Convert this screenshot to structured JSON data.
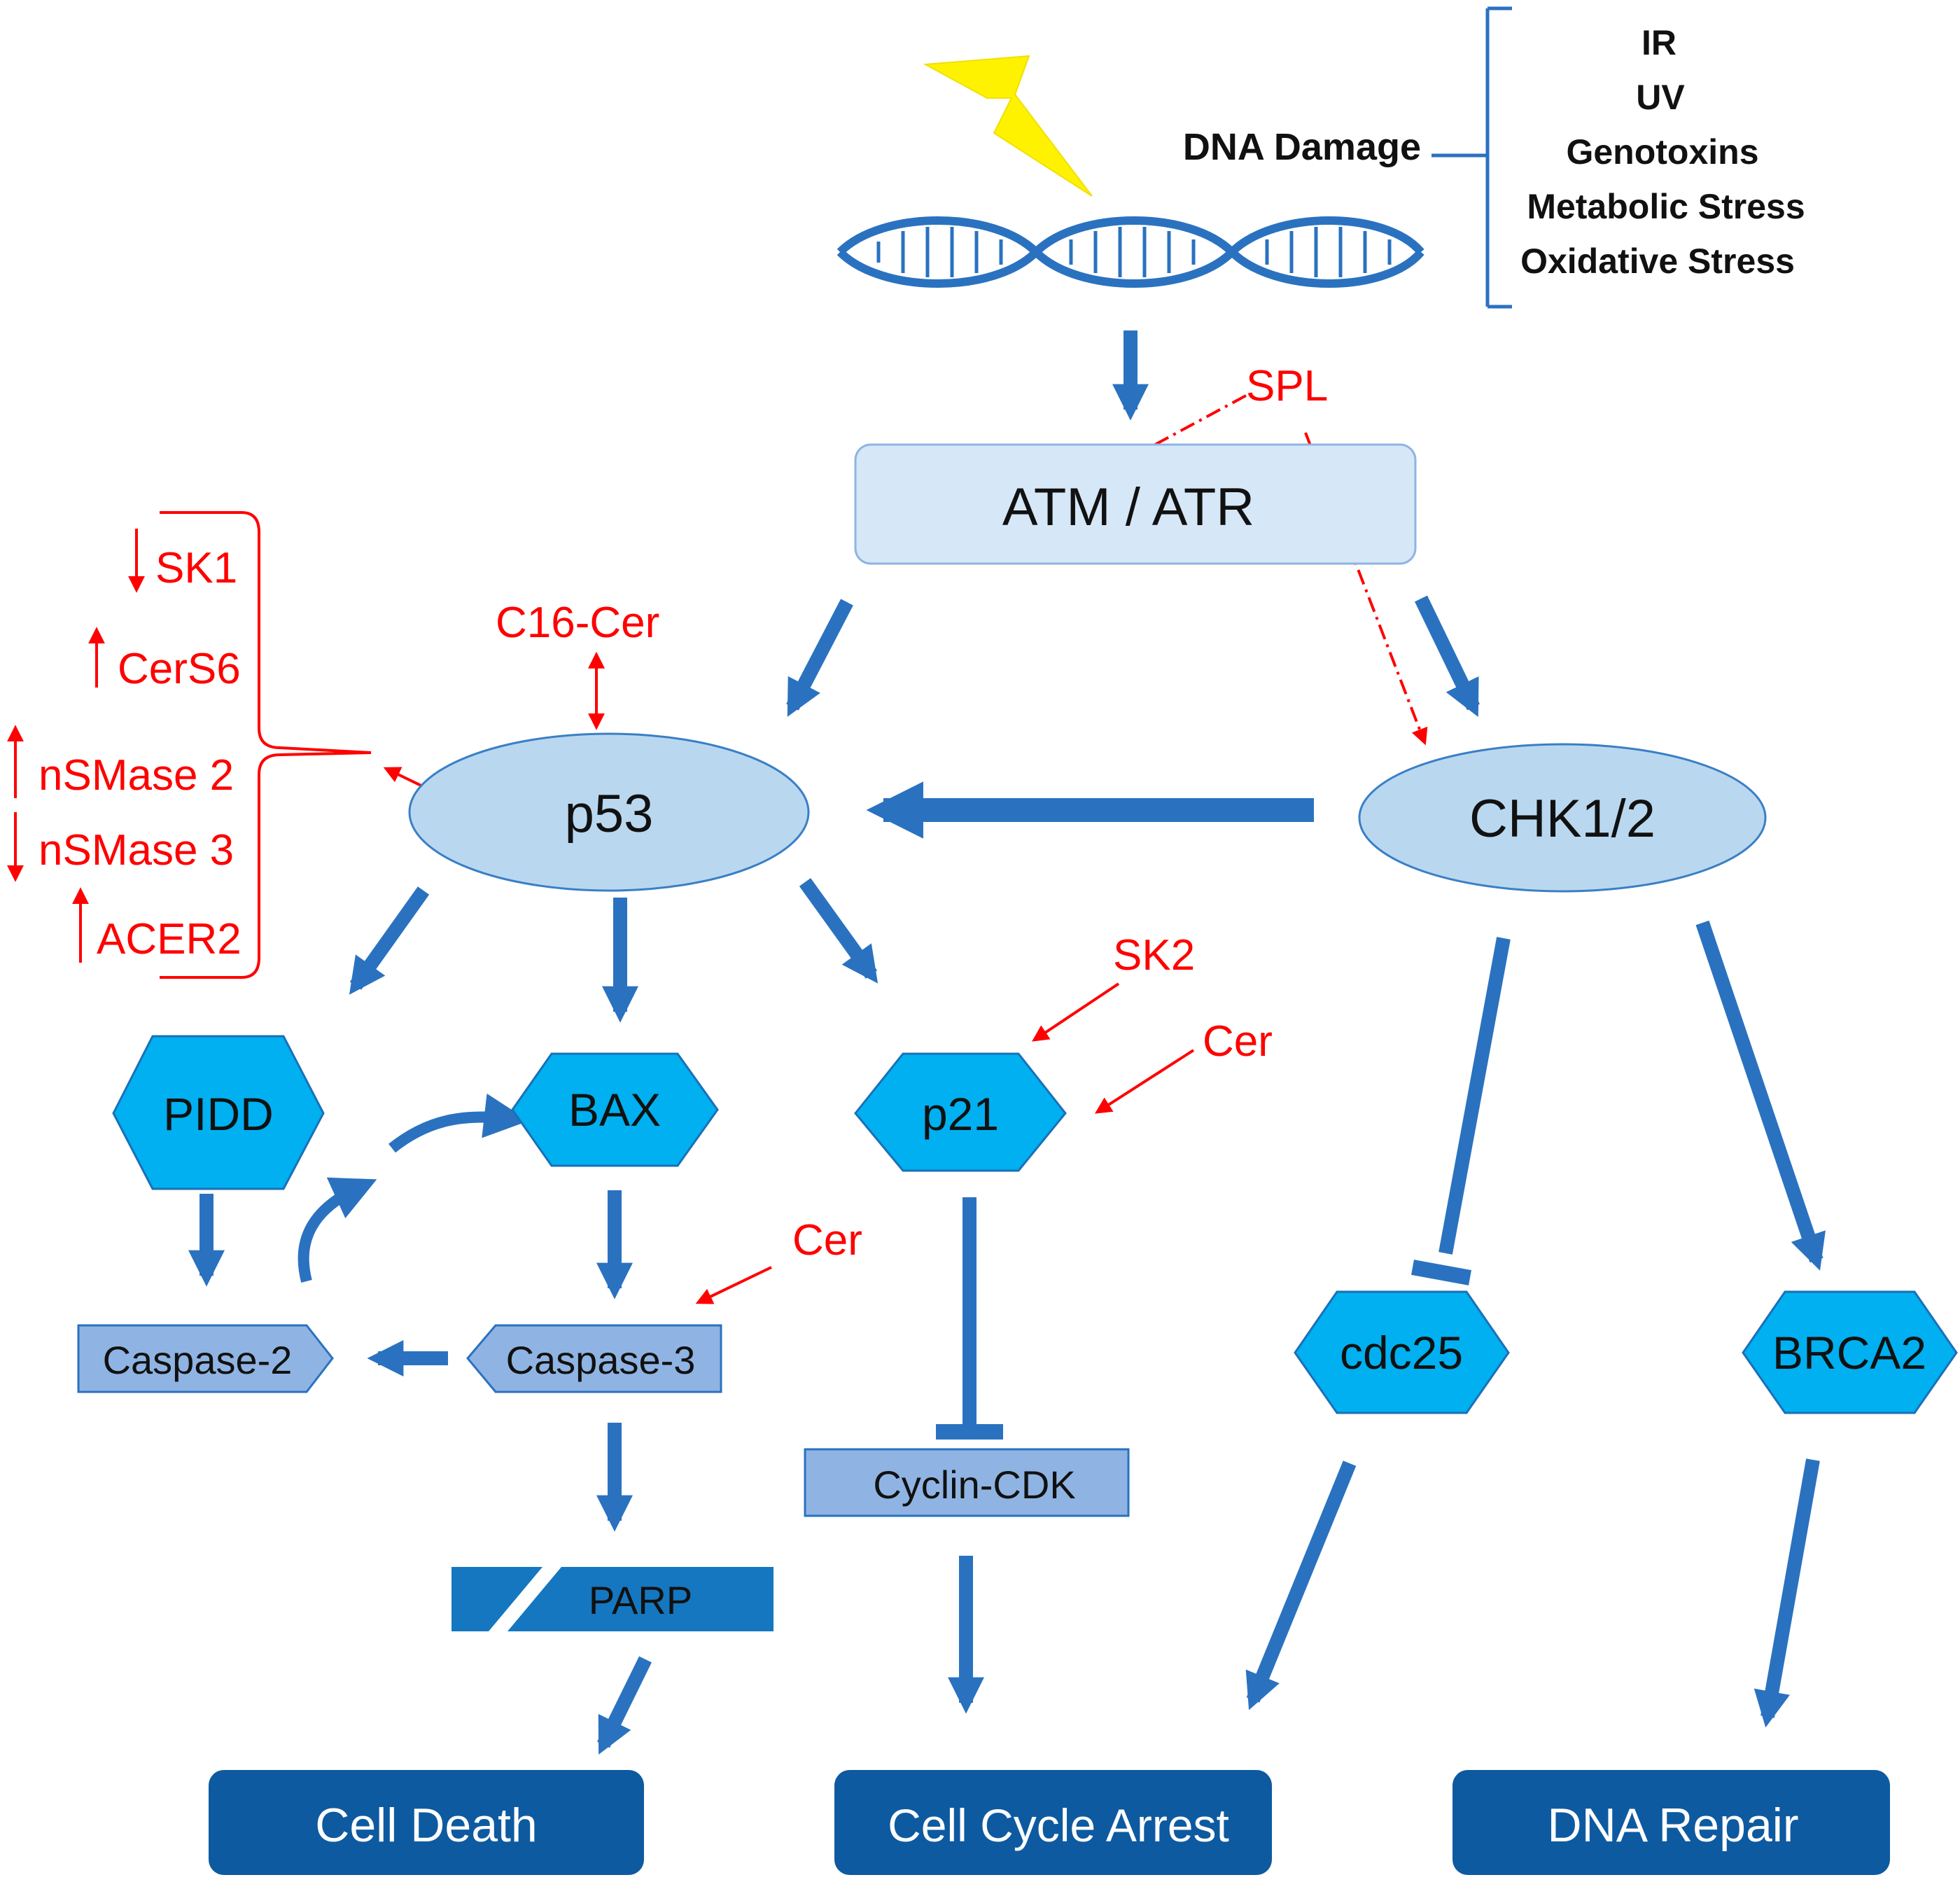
{
  "colors": {
    "arrow": "#2a72c0",
    "red": "#ff0000",
    "oval_fill": "#b9d8f0",
    "oval_stroke": "#3a7fc5",
    "hex_fill": "#00b0f0",
    "hex_stroke": "#1a70b8",
    "rect_fill": "#8fb4e3",
    "atm_fill": "#d6e7f7",
    "outcome_fill": "#0e5aa0",
    "parp_fill": "#1577c0",
    "bolt": "#fff200",
    "dna": "#2a72c0"
  },
  "damage": {
    "label": "DNA Damage",
    "sources": [
      "IR",
      "UV",
      "Genotoxins",
      "Metabolic Stress",
      "Oxidative Stress"
    ]
  },
  "nodes": {
    "atm": "ATM / ATR",
    "p53": "p53",
    "chk": "CHK1/2",
    "pidd": "PIDD",
    "bax": "BAX",
    "p21": "p21",
    "cdc25": "cdc25",
    "brca2": "BRCA2",
    "casp2": "Caspase-2",
    "casp3": "Caspase-3",
    "cyclin": "Cyclin-CDK",
    "parp": "PARP"
  },
  "outcomes": {
    "death": "Cell Death",
    "arrest": "Cell Cycle Arrest",
    "repair": "DNA Repair"
  },
  "modulators": {
    "spl": "SPL",
    "c16cer": "C16-Cer",
    "sk2": "SK2",
    "cer_p21": "Cer",
    "cer_casp3": "Cer",
    "sphingo_list": [
      {
        "label": "SK1",
        "direction": "down"
      },
      {
        "label": "CerS6",
        "direction": "up"
      },
      {
        "label": "nSMase 2",
        "direction": "up"
      },
      {
        "label": "nSMase 3",
        "direction": "down"
      },
      {
        "label": "ACER2",
        "direction": "up"
      }
    ]
  }
}
